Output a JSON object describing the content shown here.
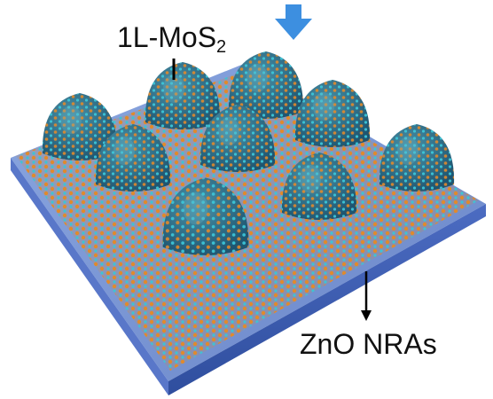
{
  "diagram": {
    "labels": {
      "top_label_main": "1L-MoS",
      "top_label_subscript": "2",
      "bottom_label": "ZnO NRAs"
    },
    "colors": {
      "substrate_top": "#7e9ad8",
      "substrate_front": "#3f5fb6",
      "substrate_side": "#5977c9",
      "dome_fill": "#2e6f8a",
      "mo_atom": "#e08a2c",
      "s_atom": "#3cc4d6",
      "indicator_arrow": "#3d8fe0",
      "pointer": "#000000"
    },
    "icons": [
      "down-arrow-icon"
    ]
  }
}
